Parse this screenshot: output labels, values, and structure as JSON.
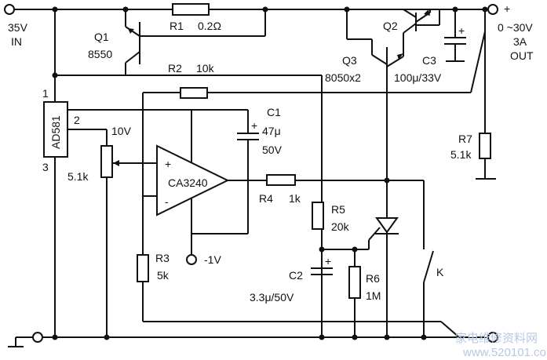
{
  "power": {
    "input_voltage": "35V",
    "input_label": "IN",
    "output_plus": "+",
    "output_range": "0 ~30V",
    "output_current": "3A",
    "output_label": "OUT"
  },
  "components": {
    "r1_ref": "R1",
    "r1_val": "0.2Ω",
    "q1_ref": "Q1",
    "q1_part": "8550",
    "q2_ref": "Q2",
    "q3_ref": "Q3",
    "q3_part": "8050x2",
    "c3_ref": "C3",
    "c3_val": "100μ/33V",
    "r2_ref": "R2",
    "r2_val": "10k",
    "c1_ref": "C1",
    "c1_val1": "47μ",
    "c1_val2": "50V",
    "ref_part": "AD581",
    "ref_pin1": "1",
    "ref_pin2": "2",
    "ref_pin3": "3",
    "ref_voltage": "10V",
    "pot_val": "5.1k",
    "opamp_part": "CA3240",
    "opamp_plus": "+",
    "opamp_minus": "-",
    "neg_supply": "-1V",
    "r4_ref": "R4",
    "r4_val": "1k",
    "r5_ref": "R5",
    "r5_val": "20k",
    "r3_ref": "R3",
    "r3_val": "5k",
    "c2_ref": "C2",
    "c2_val": "3.3μ/50V",
    "r6_ref": "R6",
    "r6_val": "1M",
    "r7_ref": "R7",
    "r7_val": "5.1k",
    "switch_ref": "K",
    "cap_plus": "+"
  },
  "watermark": "家电维修资料网",
  "watermark_url": "www.520101.com"
}
